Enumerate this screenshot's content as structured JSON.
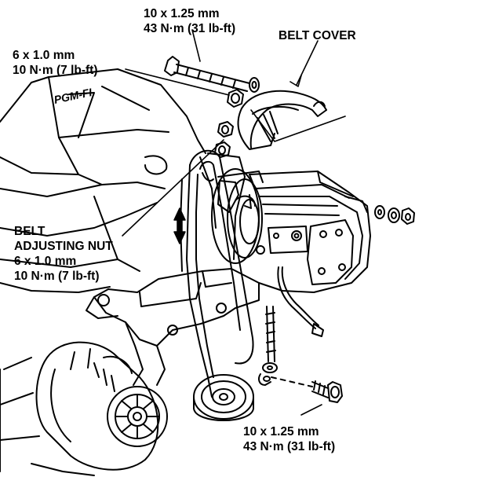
{
  "labels": {
    "top_bolt": {
      "size": "10 x 1.25 mm",
      "torque": "43 N·m (31 lb-ft)"
    },
    "belt_cover": {
      "text": "BELT COVER"
    },
    "cover_bolt": {
      "size": "6 x 1.0 mm",
      "torque": "10 N·m (7 lb-ft)"
    },
    "adjusting_nut": {
      "line1": "BELT",
      "line2": "ADJUSTING NUT",
      "size": "6 x 1.0 mm",
      "torque": "10 N·m (7 lb-ft)"
    },
    "bottom_bolt": {
      "size": "10 x 1.25 mm",
      "torque": "43 N·m (31 lb-ft)"
    }
  },
  "engine_marking": "PGM-FI"
}
